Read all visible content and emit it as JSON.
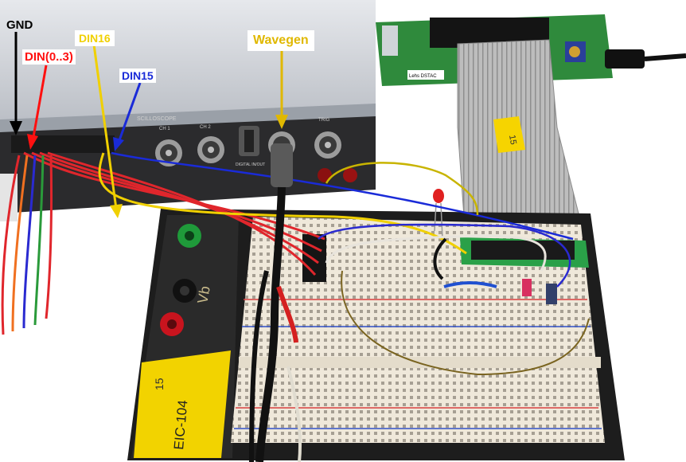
{
  "labels": {
    "gnd": "GND",
    "din0_3": "DIN(0..3)",
    "din16": "DIN16",
    "din15": "DIN15",
    "wavegen": "Wavegen"
  },
  "device": {
    "panel_text": "SCILLOSCOPE",
    "ch1": "CH 1",
    "ch2": "CH 2",
    "digital_in": "DIGITAL IN/OUT",
    "trig": "TRIG"
  },
  "board": {
    "vb": "Vb",
    "model": "EIC-104",
    "sticker": "15"
  },
  "cable": {
    "sticker": "15"
  },
  "pcb": {
    "label": "Lehs DSTAC"
  },
  "colors": {
    "gnd_arrow": "#000000",
    "din0_3": "#ff1010",
    "din16": "#f0d000",
    "din15": "#1a2bd8",
    "wavegen": "#e0b800"
  }
}
